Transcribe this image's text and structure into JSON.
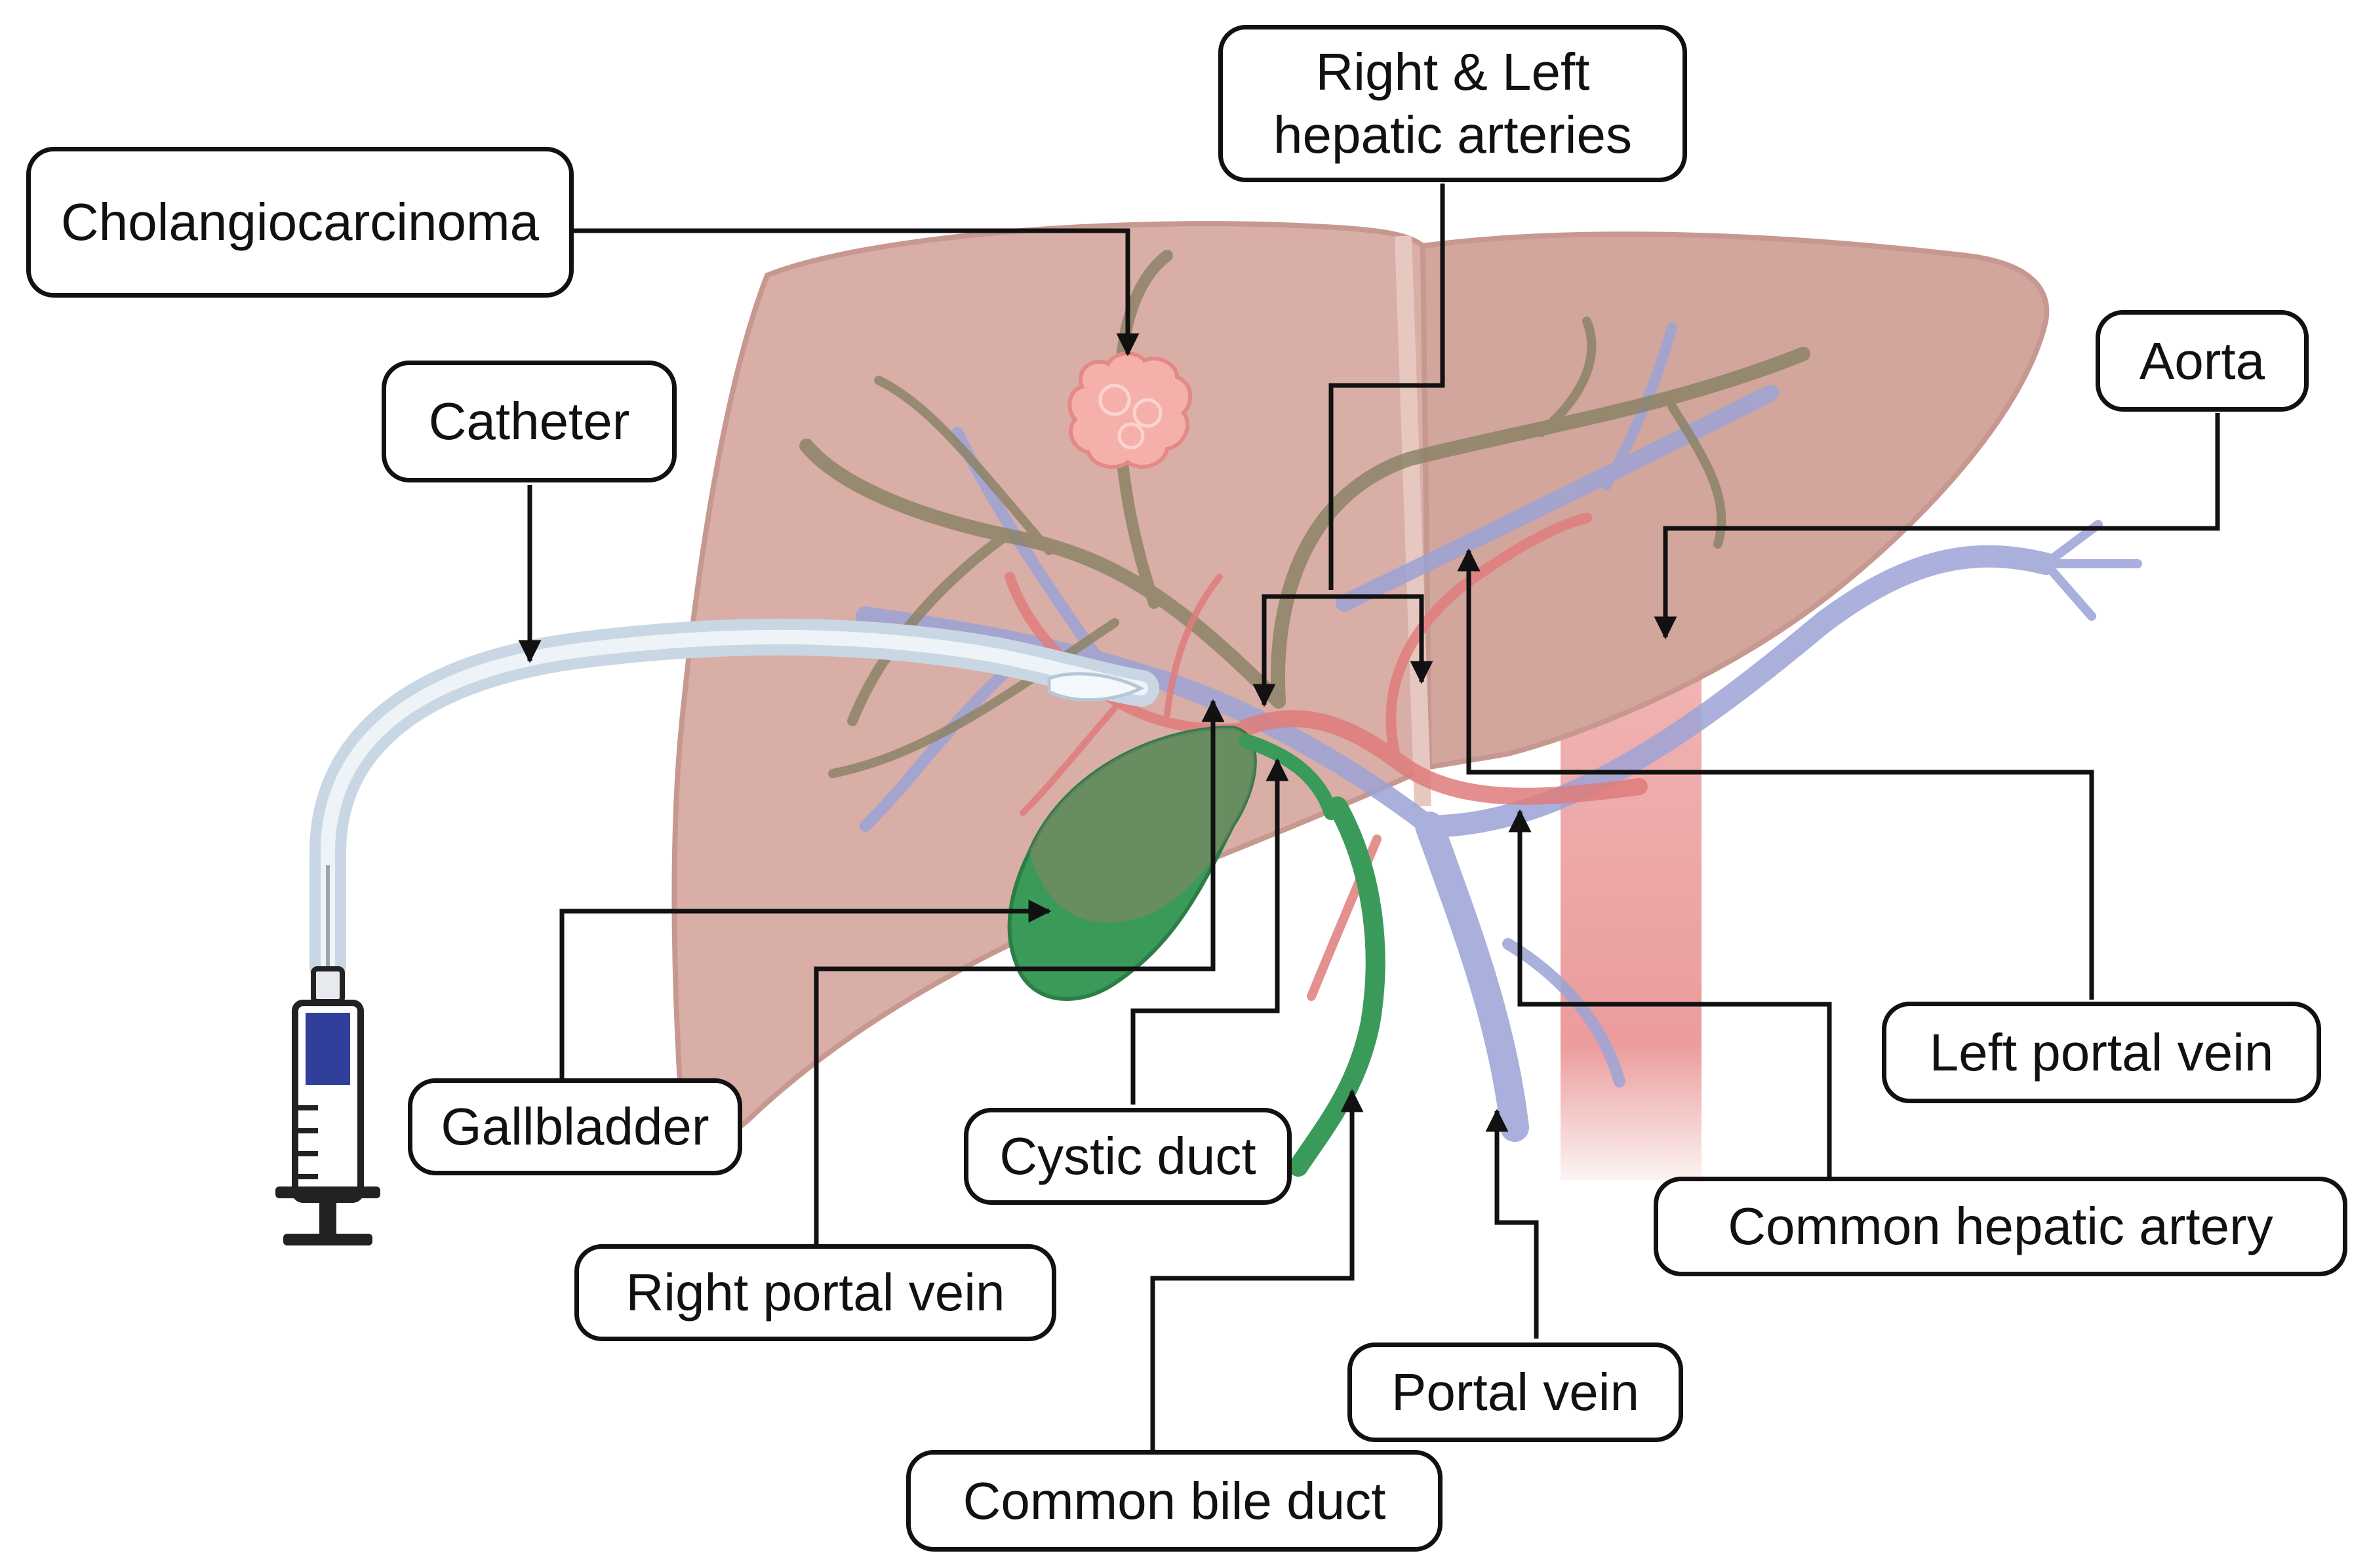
{
  "diagram": {
    "labels": {
      "cholangiocarcinoma": "Cholangiocarcinoma",
      "right_left_hepatic_arteries": [
        "Right & Left",
        "hepatic arteries"
      ],
      "catheter": "Catheter",
      "aorta": "Aorta",
      "gallbladder": "Gallbladder",
      "cystic_duct": "Cystic duct",
      "right_portal_vein": "Right portal vein",
      "common_bile_duct": "Common bile duct",
      "portal_vein": "Portal vein",
      "left_portal_vein": "Left portal vein",
      "common_hepatic_artery": "Common hepatic artery"
    },
    "colors": {
      "liver": "#d9aea6",
      "liver_edge": "#c79890",
      "biliary_tree": "#8c8468",
      "vein": "#9ca3d6",
      "artery": "#e07c7c",
      "aorta": "#e88a8a",
      "gallbladder": "#3a9a5a",
      "tumor": "#f6b0ac",
      "catheter": "#dde7f0",
      "syringe_plunger": "#2f3f9a",
      "leader_line": "#111111"
    }
  }
}
